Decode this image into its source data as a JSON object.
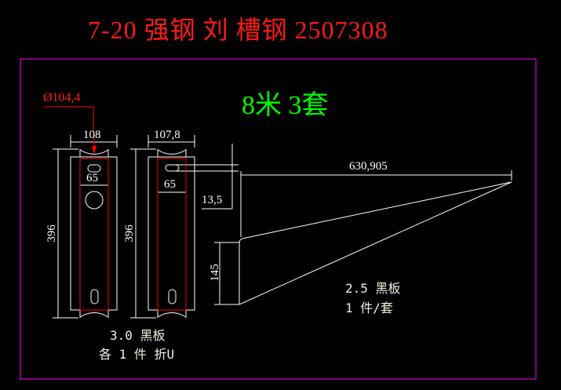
{
  "title": "7-20 强钢   刘 槽钢   2507308",
  "quantity": "8米   3套",
  "colors": {
    "frame": "#ff00ff",
    "title": "#ff1a1a",
    "quantity": "#00ff00",
    "lines": "#ffffff",
    "cut": "#ff0000"
  },
  "part1": {
    "diameter": "Ø104,4",
    "width": "108",
    "inner": "65",
    "height": "396",
    "note1": "3.0 黑板",
    "note2": "各 1 件 折U"
  },
  "part2": {
    "width": "107,8",
    "inner": "65",
    "height": "396",
    "offset": "13,5"
  },
  "bracket": {
    "length": "630,905",
    "height": "145",
    "note1": "2.5 黑板",
    "note2": "1 件/套"
  }
}
